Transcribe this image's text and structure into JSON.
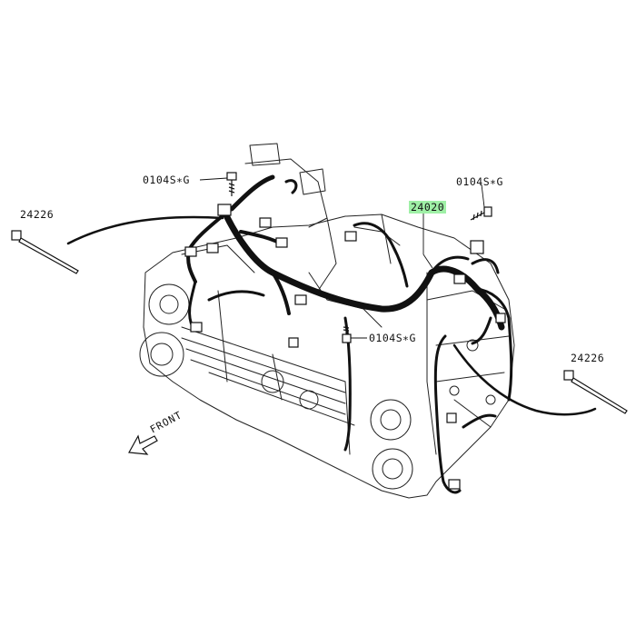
{
  "labels": {
    "bolt_top": "0104S∗G",
    "bolt_right": "0104S∗G",
    "bolt_mid": "0104S∗G",
    "clip_left": "24226",
    "clip_right": "24226",
    "harness": "24020",
    "front": "FRONT"
  },
  "colors": {
    "line": "#111111",
    "highlight": "#9ff0a6"
  }
}
